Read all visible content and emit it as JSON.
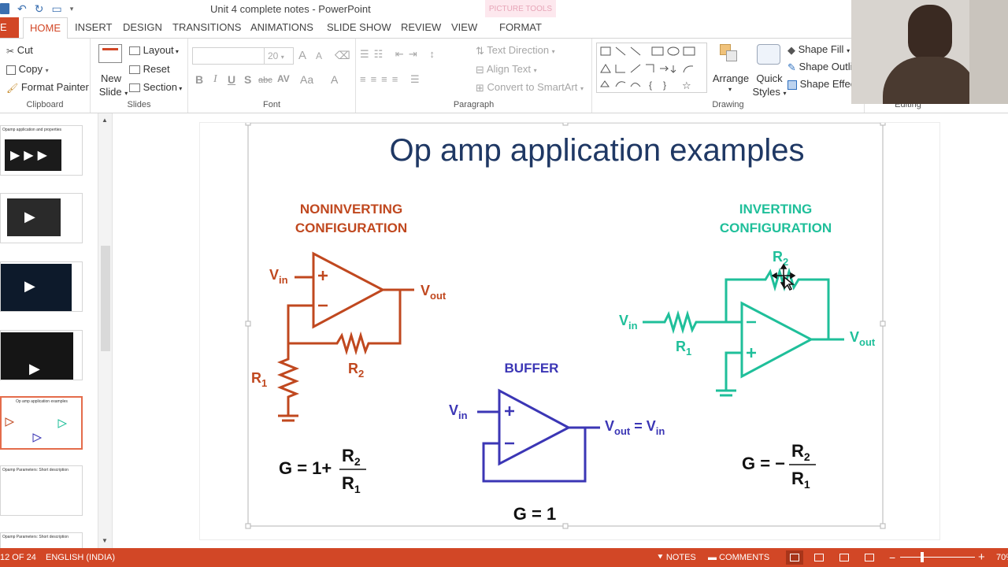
{
  "window": {
    "title": "Unit 4 complete notes - PowerPoint",
    "context_tab": "PICTURE TOOLS"
  },
  "tabs": {
    "file": "E",
    "home": "HOME",
    "insert": "INSERT",
    "design": "DESIGN",
    "transitions": "TRANSITIONS",
    "animations": "ANIMATIONS",
    "slideshow": "SLIDE SHOW",
    "review": "REVIEW",
    "view": "VIEW",
    "format": "FORMAT"
  },
  "ribbon": {
    "clipboard": {
      "cut": "Cut",
      "copy": "Copy",
      "format_painter": "Format Painter",
      "label": "Clipboard"
    },
    "slides": {
      "new_slide": "New",
      "new_slide_2": "Slide",
      "layout": "Layout",
      "reset": "Reset",
      "section": "Section",
      "label": "Slides"
    },
    "font": {
      "size": "20",
      "label": "Font",
      "bold": "B",
      "italic": "I",
      "underline": "U",
      "shadow": "S",
      "strike": "abc",
      "spacing": "AV",
      "case": "Aa",
      "color": "A",
      "grow": "A",
      "shrink": "A"
    },
    "paragraph": {
      "text_direction": "Text Direction",
      "align_text": "Align Text",
      "convert_smartart": "Convert to SmartArt",
      "label": "Paragraph"
    },
    "drawing": {
      "arrange": "Arrange",
      "quick_styles": "Quick",
      "quick_styles_2": "Styles",
      "shape_fill": "Shape Fill",
      "shape_outline": "Shape Outli",
      "shape_effects": "Shape Effec",
      "label": "Drawing"
    },
    "editing": {
      "label": "Editing"
    }
  },
  "thumbnails": {
    "t1": "Opamp application and properties",
    "t5": "Op amp application examples",
    "t6": "Opamp Parameters: Short description",
    "t7": "Opamp Parameters: Short description"
  },
  "slide": {
    "title": "Op amp application examples",
    "noninverting": {
      "heading_1": "NONINVERTING",
      "heading_2": "CONFIGURATION"
    },
    "inverting": {
      "heading_1": "INVERTING",
      "heading_2": "CONFIGURATION"
    },
    "buffer": {
      "heading": "BUFFER"
    },
    "gain_buffer": "G = 1"
  },
  "status": {
    "slide_num": "12 OF 24",
    "language": "ENGLISH (INDIA)",
    "notes": "NOTES",
    "comments": "COMMENTS",
    "zoom": "70"
  },
  "colors": {
    "accent": "#d24726",
    "noninverting": "#c0481f",
    "inverting": "#1fbf9a",
    "buffer": "#3b36b5",
    "title": "#1f3864"
  }
}
